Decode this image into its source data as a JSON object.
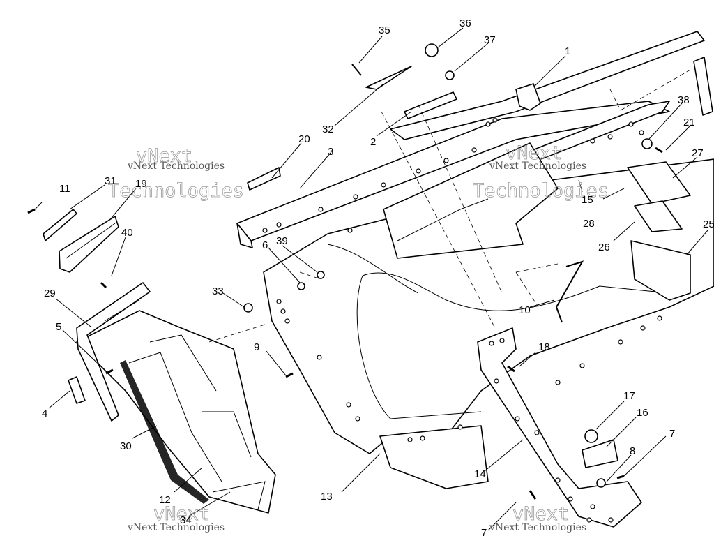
{
  "callouts": [
    {
      "id": "c1",
      "text": "1"
    },
    {
      "id": "c2",
      "text": "2"
    },
    {
      "id": "c3",
      "text": "3"
    },
    {
      "id": "c4",
      "text": "4"
    },
    {
      "id": "c5",
      "text": "5"
    },
    {
      "id": "c6",
      "text": "6"
    },
    {
      "id": "c7",
      "text": "7"
    },
    {
      "id": "c7b",
      "text": "7"
    },
    {
      "id": "c8",
      "text": "8"
    },
    {
      "id": "c9",
      "text": "9"
    },
    {
      "id": "c10",
      "text": "10"
    },
    {
      "id": "c11",
      "text": "11"
    },
    {
      "id": "c12",
      "text": "12"
    },
    {
      "id": "c13",
      "text": "13"
    },
    {
      "id": "c14",
      "text": "14"
    },
    {
      "id": "c15",
      "text": "15"
    },
    {
      "id": "c16",
      "text": "16"
    },
    {
      "id": "c17",
      "text": "17"
    },
    {
      "id": "c18",
      "text": "18"
    },
    {
      "id": "c19",
      "text": "19"
    },
    {
      "id": "c20",
      "text": "20"
    },
    {
      "id": "c21",
      "text": "21"
    },
    {
      "id": "c25",
      "text": "25"
    },
    {
      "id": "c26",
      "text": "26"
    },
    {
      "id": "c27",
      "text": "27"
    },
    {
      "id": "c28",
      "text": "28"
    },
    {
      "id": "c29",
      "text": "29"
    },
    {
      "id": "c30",
      "text": "30"
    },
    {
      "id": "c31",
      "text": "31"
    },
    {
      "id": "c32",
      "text": "32"
    },
    {
      "id": "c33",
      "text": "33"
    },
    {
      "id": "c34",
      "text": "34"
    },
    {
      "id": "c35",
      "text": "35"
    },
    {
      "id": "c36",
      "text": "36"
    },
    {
      "id": "c37",
      "text": "37"
    },
    {
      "id": "c38",
      "text": "38"
    },
    {
      "id": "c39",
      "text": "39"
    },
    {
      "id": "c40",
      "text": "40"
    }
  ],
  "watermark": {
    "brand": "vNext",
    "company": "vNext Technologies",
    "stamp": "Technologies"
  }
}
